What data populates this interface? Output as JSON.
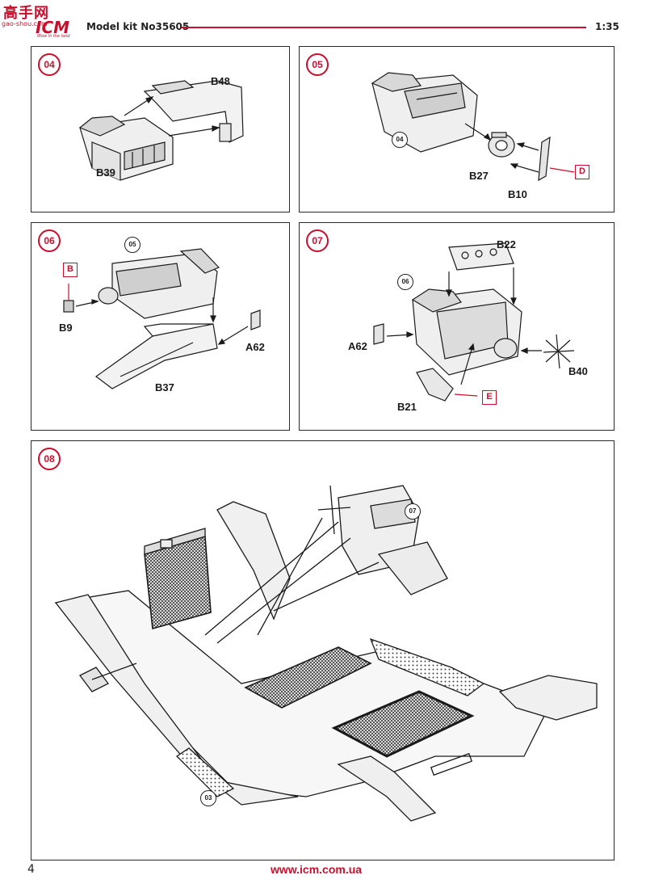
{
  "header": {
    "logo_cn": "高手网",
    "logo_url": "gao-shou.com",
    "logo_brand": "ICM",
    "logo_tagline": "Wow in the land",
    "kit_title": "Model kit No35605",
    "scale": "1:35"
  },
  "steps": [
    {
      "number": "04",
      "parts": [
        "B48",
        "B39"
      ]
    },
    {
      "number": "05",
      "parts": [
        "B27",
        "B10"
      ],
      "ref": "04",
      "paint": "D"
    },
    {
      "number": "06",
      "parts": [
        "B9",
        "A62",
        "B37"
      ],
      "ref": "05",
      "paint": "B"
    },
    {
      "number": "07",
      "parts": [
        "B22",
        "A62",
        "B40",
        "B21"
      ],
      "ref": "06",
      "paint": "E"
    },
    {
      "number": "08",
      "refs": [
        "07",
        "03"
      ]
    }
  ],
  "footer": {
    "page_number": "4",
    "url": "www.icm.com.ua"
  },
  "colors": {
    "accent": "#c8102e",
    "line": "#1a1a1a"
  }
}
